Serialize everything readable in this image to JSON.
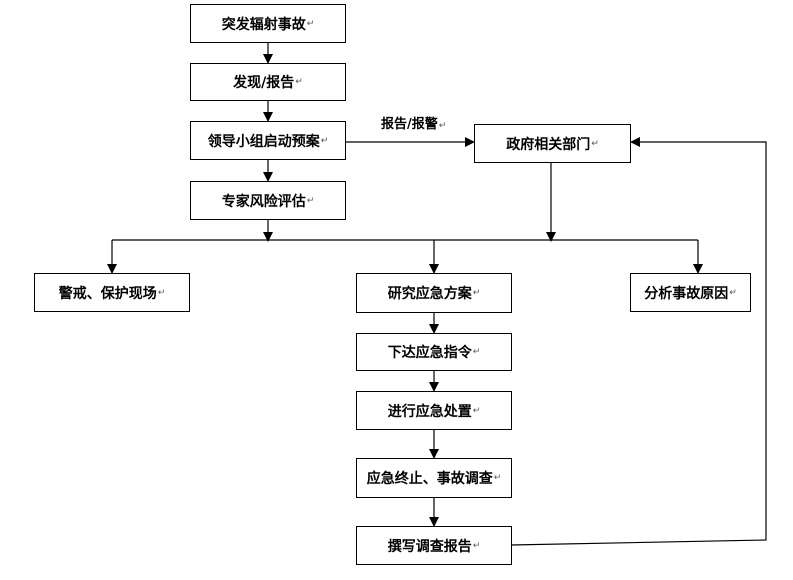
{
  "nodes": {
    "n1": "突发辐射事故",
    "n2": "发现/报告",
    "n3": "领导小组启动预案",
    "n4": "专家风险评估",
    "n5": "警戒、保护现场",
    "n6": "研究应急方案",
    "n7": "分析事故原因",
    "n8": "下达应急指令",
    "n9": "进行应急处置",
    "n10": "应急终止、事故调查",
    "n11": "撰写调查报告",
    "gov": "政府相关部门"
  },
  "edge_labels": {
    "report_alarm": "报告/报警"
  },
  "paragraph_mark": "↵"
}
